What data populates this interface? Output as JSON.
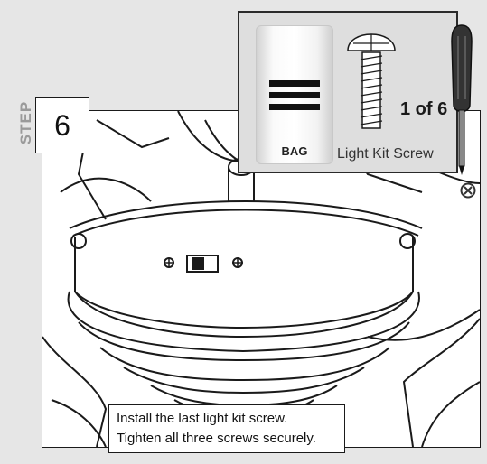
{
  "step": {
    "prefix": "STEP",
    "number": "6"
  },
  "hardware": {
    "bag_label": "BAG",
    "count": "1 of 6",
    "part_name": "Light Kit Screw",
    "tool_icon": "screwdriver-icon",
    "tip_icon": "phillips-head-icon"
  },
  "caption": {
    "line1": "Install the last light kit screw.",
    "line2": "Tighten all three screws securely."
  }
}
